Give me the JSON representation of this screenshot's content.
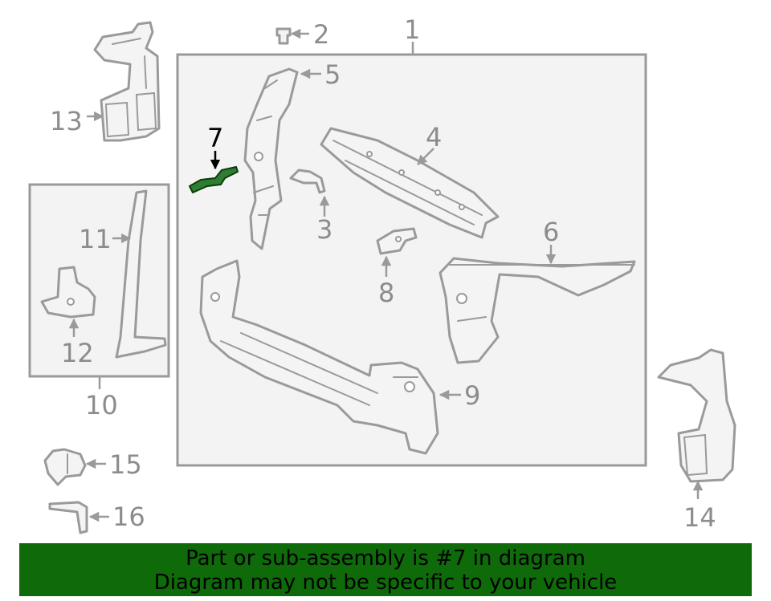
{
  "callouts": {
    "c1": "1",
    "c2": "2",
    "c3": "3",
    "c4": "4",
    "c5": "5",
    "c6": "6",
    "c7": "7",
    "c8": "8",
    "c9": "9",
    "c10": "10",
    "c11": "11",
    "c12": "12",
    "c13": "13",
    "c14": "14",
    "c15": "15",
    "c16": "16"
  },
  "highlight": {
    "part": "7",
    "color": "#2e7d32"
  },
  "banner": {
    "line1": "Part or sub-assembly is #7 in diagram",
    "line2": "Diagram may not be specific to your vehicle",
    "background": "#0f6a0a"
  }
}
